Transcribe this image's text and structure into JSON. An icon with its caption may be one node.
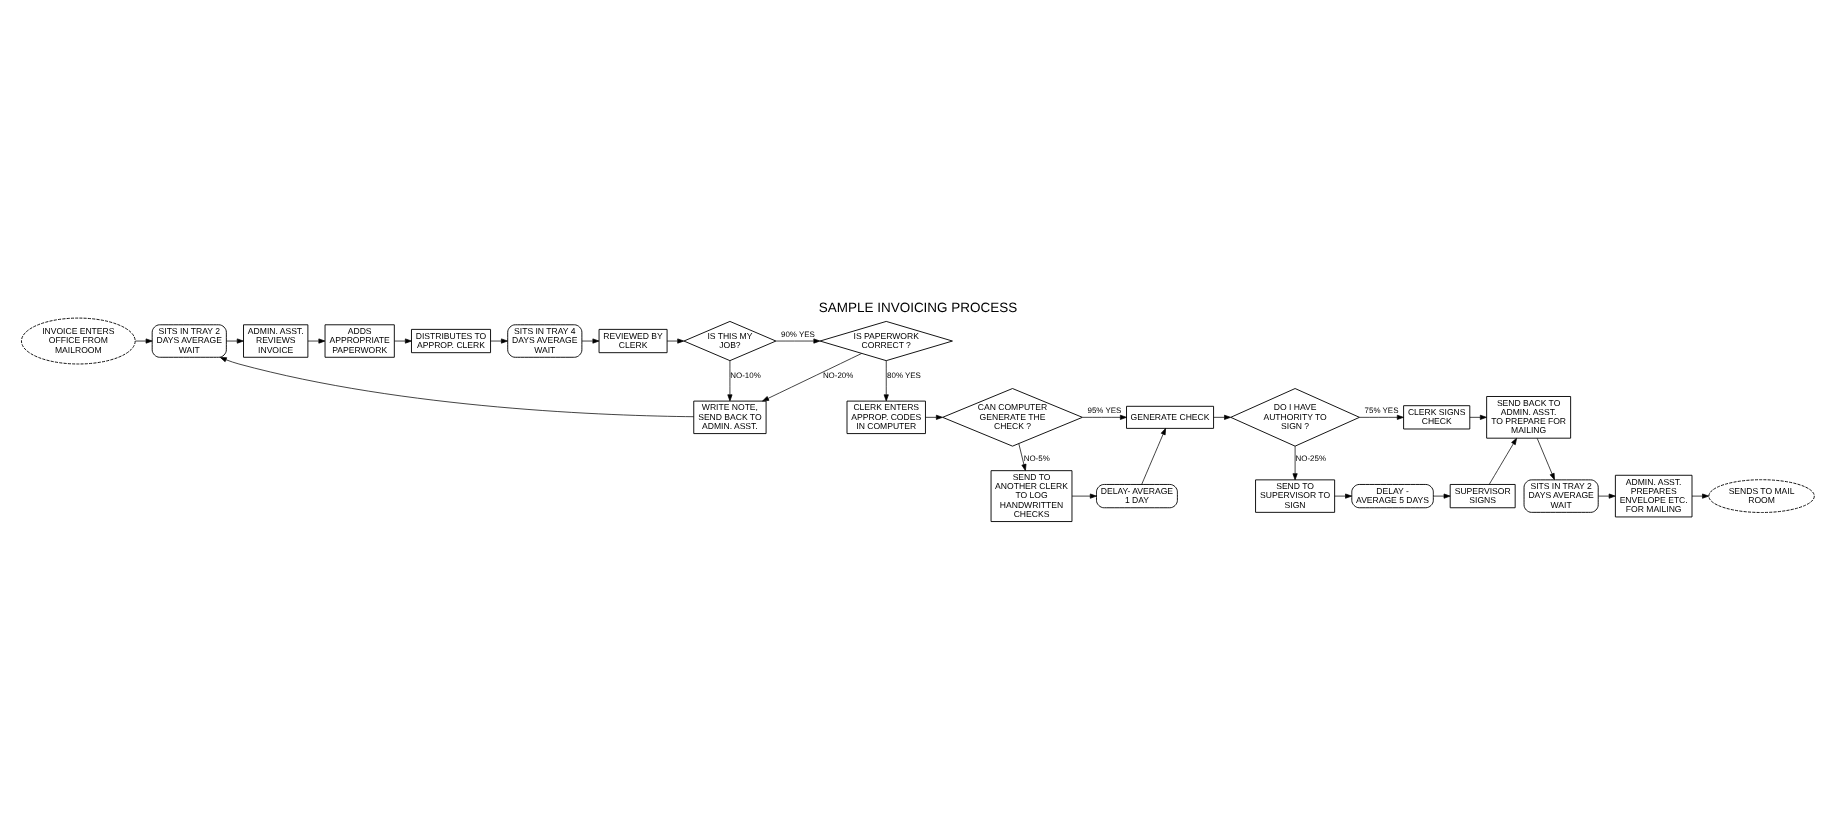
{
  "diagram": {
    "title": "SAMPLE INVOICING PROCESS",
    "nodes": [
      {
        "text": [
          "INVOICE ENTERS OFFICE FROM MAILROOM"
        ]
      },
      {
        "text": [
          "SITS IN TRAY 2 DAYS AVERAGE WAIT"
        ]
      },
      {
        "text": [
          "ADMIN. ASST. REVIEWS INVOICE"
        ]
      },
      {
        "text": [
          "ADDS APPROPRIATE PAPERWORK"
        ]
      },
      {
        "text": [
          "DISTRIBUTES TO APPROP. CLERK"
        ]
      },
      {
        "text": [
          "SITS IN TRAY 4 DAYS AVERAGE WAIT"
        ]
      },
      {
        "text": [
          "REVIEWED BY CLERK"
        ]
      },
      {
        "text": [
          "IS THIS MY JOB?"
        ]
      },
      {
        "text": [
          "IS PAPERWORK CORRECT ?"
        ]
      },
      {
        "text": [
          "WRITE NOTE, SEND BACK TO ADMIN. ASST."
        ]
      },
      {
        "text": [
          "CLERK ENTERS APPROP. CODES IN COMPUTER"
        ]
      },
      {
        "text": [
          "CAN COMPUTER GENERATE THE CHECK ?"
        ]
      },
      {
        "text": [
          "GENERATE CHECK"
        ]
      },
      {
        "text": [
          "SEND TO ANOTHER CLERK TO LOG HANDWRITTEN CHECKS"
        ]
      },
      {
        "text": [
          "DELAY- AVERAGE 1 DAY"
        ]
      },
      {
        "text": [
          "DO I HAVE AUTHORITY TO SIGN ?"
        ]
      },
      {
        "text": [
          "CLERK SIGNS CHECK"
        ]
      },
      {
        "text": [
          "SEND TO SUPERVISOR TO SIGN"
        ]
      },
      {
        "text": [
          "DELAY - AVERAGE 5 DAYS"
        ]
      },
      {
        "text": [
          "SUPERVISOR SIGNS"
        ]
      },
      {
        "text": [
          "SEND BACK TO ADMIN. ASST. TO PREPARE FOR MAILING"
        ]
      },
      {
        "text": [
          "SITS IN TRAY 2 DAYS AVERAGE WAIT"
        ]
      },
      {
        "text": [
          "ADMIN. ASST. PREPARES ENVELOPE ETC. FOR MAILING"
        ]
      },
      {
        "text": [
          "SENDS TO MAIL ROOM"
        ]
      }
    ],
    "edges": [
      {
        "from": 0,
        "to": 1,
        "arrow": "to"
      },
      {
        "from": 1,
        "to": 2,
        "arrow": "to"
      },
      {
        "from": 2,
        "to": 3,
        "arrow": "to"
      },
      {
        "from": 3,
        "to": 4,
        "arrow": "to"
      },
      {
        "from": 4,
        "to": 5,
        "arrow": "to"
      },
      {
        "from": 5,
        "to": 6,
        "arrow": "to"
      },
      {
        "from": 6,
        "to": 7,
        "arrow": "to"
      },
      {
        "from": 7,
        "to": 8,
        "arrow": "to",
        "label": "90% YES"
      },
      {
        "from": 7,
        "to": 9,
        "arrow": "to",
        "label": "NO-10%"
      },
      {
        "from": 8,
        "to": 9,
        "arrow": "to",
        "label": "NO-20%"
      },
      {
        "from": 9,
        "to": 1,
        "arrow": "to"
      },
      {
        "from": 8,
        "to": 10,
        "arrow": "to",
        "label": "80% YES"
      },
      {
        "from": 10,
        "to": 11,
        "arrow": "to"
      },
      {
        "from": 11,
        "to": 12,
        "arrow": "to",
        "label": "95% YES"
      },
      {
        "from": 11,
        "to": 13,
        "arrow": "to",
        "label": "NO-5%"
      },
      {
        "from": 13,
        "to": 14,
        "arrow": "to"
      },
      {
        "from": 14,
        "to": 12,
        "arrow": "to"
      },
      {
        "from": 12,
        "to": 15,
        "arrow": "to"
      },
      {
        "from": 15,
        "to": 16,
        "arrow": "to",
        "label": "75% YES"
      },
      {
        "from": 15,
        "to": 17,
        "arrow": "to",
        "label": "NO-25%"
      },
      {
        "from": 17,
        "to": 18,
        "arrow": "to"
      },
      {
        "from": 18,
        "to": 19,
        "arrow": "to"
      },
      {
        "from": 16,
        "to": 20,
        "arrow": "to"
      },
      {
        "from": 19,
        "to": 20,
        "arrow": "to"
      },
      {
        "from": 20,
        "to": 21,
        "arrow": "to"
      },
      {
        "from": 21,
        "to": 22,
        "arrow": "to"
      },
      {
        "from": 22,
        "to": 23,
        "arrow": "to"
      }
    ]
  }
}
